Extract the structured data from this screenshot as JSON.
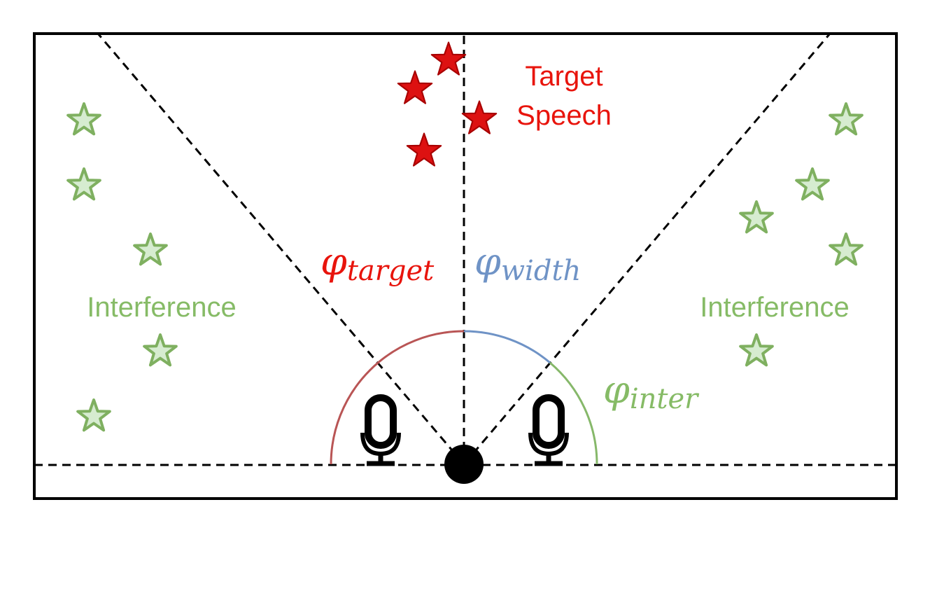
{
  "labels": {
    "target_speech_line1": "Target",
    "target_speech_line2": "Speech",
    "interference_left": "Interference",
    "interference_right": "Interference",
    "phi_symbol": "φ",
    "phi_target_sub": "target",
    "phi_width_sub": "width",
    "phi_inter_sub": "inter"
  },
  "colors": {
    "frame": "#000000",
    "target_star_fill": "#dd1111",
    "target_star_stroke": "#a80000",
    "target_text": "#e8140c",
    "interference_star_fill": "#d6ecd0",
    "interference_star_stroke": "#7fb060",
    "interference_text": "#86bb66",
    "arc_target": "#b95555",
    "arc_width": "#6f93c6",
    "arc_inter": "#86b86a",
    "dashed_line": "#000000"
  },
  "icons": {
    "microphone": "microphone-icon",
    "array_center": "array-center-dot",
    "target_source": "star-icon",
    "interference_source": "star-icon"
  }
}
